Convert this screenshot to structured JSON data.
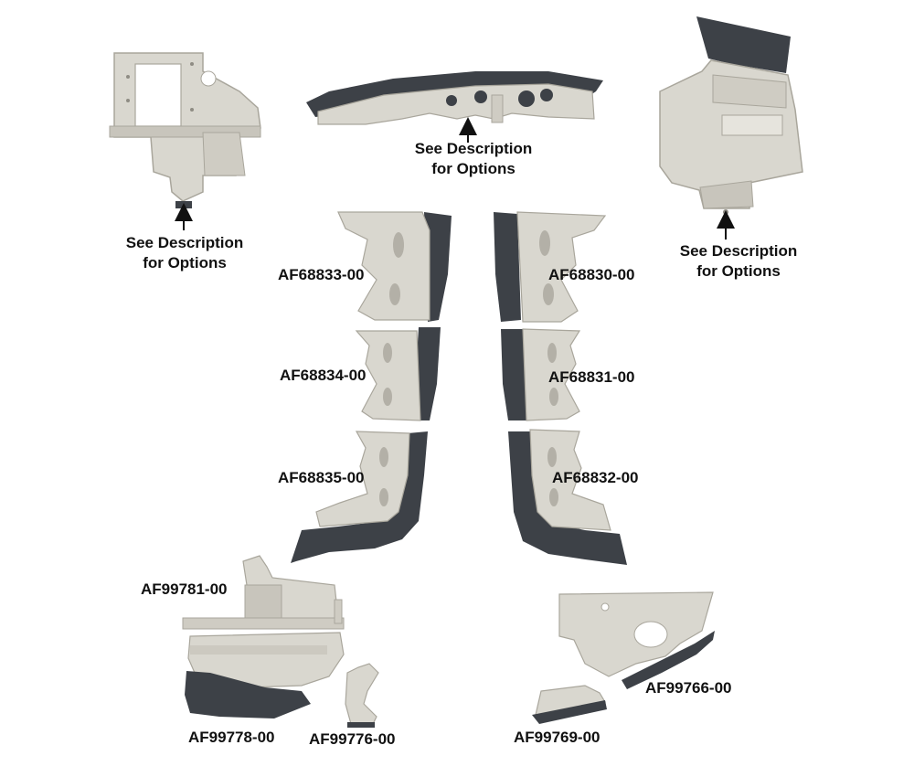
{
  "colors": {
    "background": "#ffffff",
    "metal": "#d9d7cf",
    "metal_edge": "#a9a69c",
    "rubber": "#3d4147",
    "text": "#111111"
  },
  "notes": {
    "options_line1": "See Description",
    "options_line2": "for Options"
  },
  "parts": {
    "left_upper": "AF68833-00",
    "left_middle": "AF68834-00",
    "left_lower": "AF68835-00",
    "right_upper": "AF68830-00",
    "right_middle": "AF68831-00",
    "right_lower": "AF68832-00",
    "bottom_left_top": "AF99781-00",
    "bottom_left_main": "AF99778-00",
    "bottom_left_small": "AF99776-00",
    "bottom_right_main": "AF99766-00",
    "bottom_right_small": "AF99769-00"
  }
}
